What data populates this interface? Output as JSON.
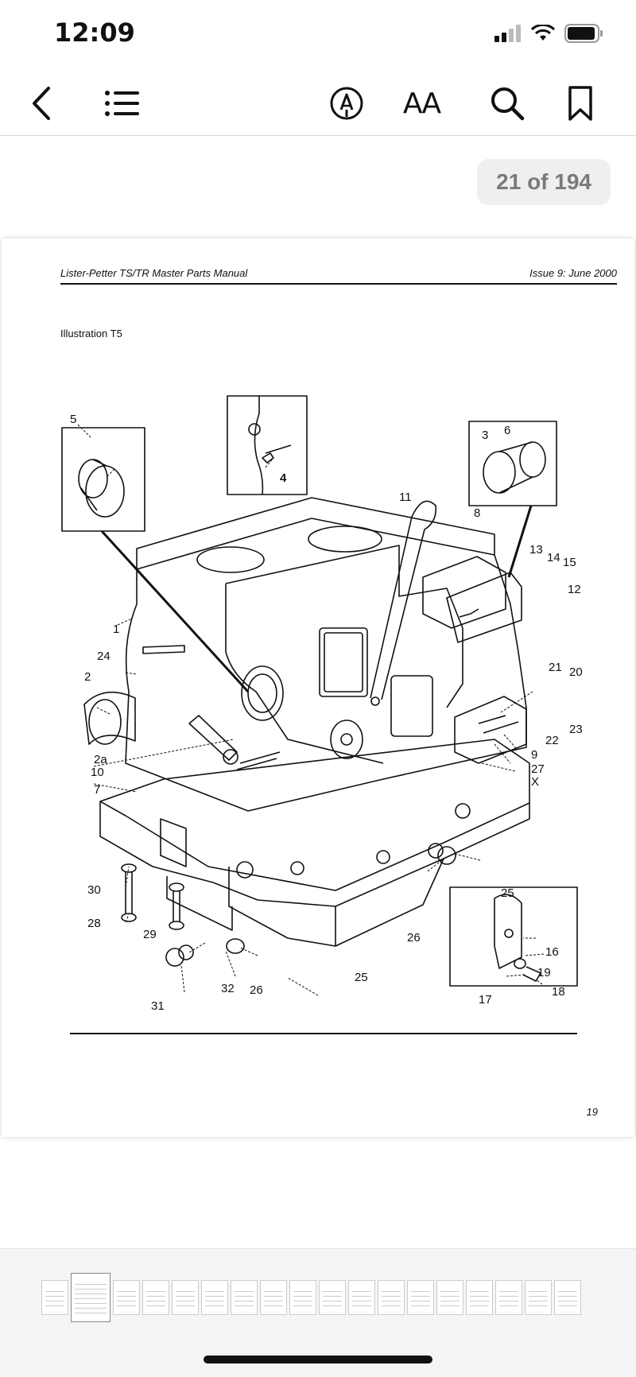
{
  "status": {
    "time": "12:09"
  },
  "toolbar": {
    "back_icon": "chevron-left-icon",
    "contents_icon": "list-icon",
    "markup_icon": "pen-circle-icon",
    "text_size_label": "AA",
    "search_icon": "search-icon",
    "bookmark_icon": "bookmark-icon"
  },
  "page_counter": "21 of 194",
  "document": {
    "header_left": "Lister-Petter TS/TR Master Parts Manual",
    "header_right": "Issue 9: June 2000",
    "illustration_title": "Illustration T5",
    "page_number": "19",
    "callouts": [
      "5",
      "4",
      "3",
      "6",
      "11",
      "8",
      "13",
      "14",
      "15",
      "12",
      "1",
      "24",
      "2",
      "21",
      "20",
      "23",
      "22",
      "9",
      "27",
      "X",
      "2a",
      "10",
      "7",
      "30",
      "28",
      "29",
      "32",
      "31",
      "26",
      "25",
      "16",
      "19",
      "18",
      "17"
    ]
  },
  "thumbnails": {
    "count": 18,
    "current_index": 1
  },
  "colors": {
    "counter_bg": "#efefef",
    "counter_text": "#7a7a7a",
    "ink": "#111111"
  }
}
